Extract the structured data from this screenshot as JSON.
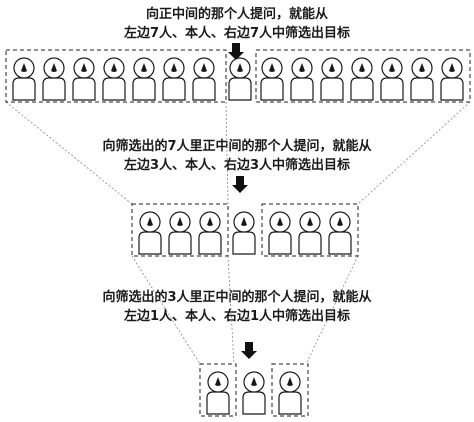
{
  "captions": {
    "step1_line1": "向正中间的那个人提问，就能从",
    "step1_line2": "左边7人、本人、右边7人中筛选出目标",
    "step2_line1": "向筛选出的7人里正中间的那个人提问，就能从",
    "step2_line2": "左边3人、本人、右边3人中筛选出目标",
    "step3_line1": "向筛选出的3人里正中间的那个人提问，就能从",
    "step3_line2": "左边1人、本人、右边1人中筛选出目标"
  },
  "rows": [
    {
      "left_group": 7,
      "right_group": 7
    },
    {
      "left_group": 3,
      "right_group": 3
    },
    {
      "left_group": 1,
      "right_group": 1
    }
  ],
  "colors": {
    "ink": "#1a1a1a",
    "arrow": "#111111"
  }
}
